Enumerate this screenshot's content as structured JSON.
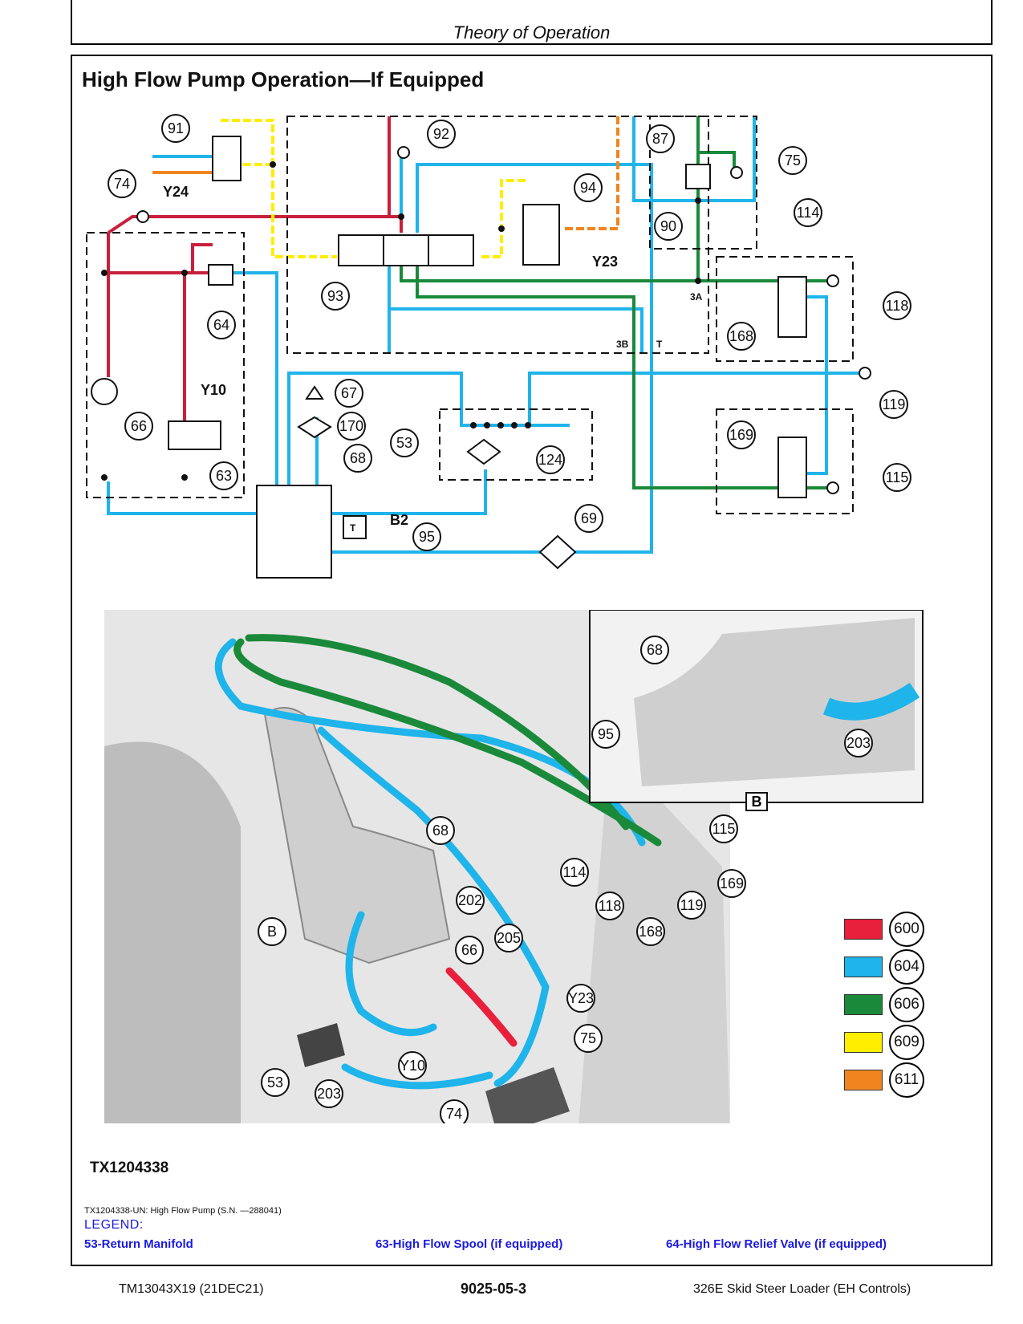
{
  "header": {
    "title": "Theory of Operation"
  },
  "section": {
    "title": "High Flow Pump Operation—If Equipped"
  },
  "schematic": {
    "callouts": [
      "91",
      "92",
      "74",
      "94",
      "87",
      "75",
      "90",
      "114",
      "93",
      "64",
      "118",
      "168",
      "66",
      "63",
      "67",
      "170",
      "53",
      "124",
      "68",
      "169",
      "115",
      "119",
      "69",
      "95"
    ],
    "text_labels": [
      "Y24",
      "Y23",
      "Y10",
      "B2",
      "3A",
      "3B",
      "T",
      "T"
    ]
  },
  "photo": {
    "callouts": [
      "68",
      "95",
      "203",
      "68",
      "115",
      "114",
      "169",
      "118",
      "119",
      "168",
      "202",
      "205",
      "66",
      "Y23",
      "75",
      "53",
      "203",
      "Y10",
      "74",
      "B"
    ],
    "inset_label": "B"
  },
  "color_legend": [
    {
      "code": "600",
      "color": "#e8203c"
    },
    {
      "code": "604",
      "color": "#1fb4ea"
    },
    {
      "code": "606",
      "color": "#1a8a3a"
    },
    {
      "code": "609",
      "color": "#ffee00"
    },
    {
      "code": "611",
      "color": "#f08520"
    }
  ],
  "figure_id": "TX1204338",
  "caption": "TX1204338-UN: High Flow Pump (S.N. —288041)",
  "legend": {
    "title": "LEGEND:",
    "items": [
      "53-Return Manifold",
      "63-High Flow Spool (if equipped)",
      "64-High Flow Relief Valve (if equipped)"
    ]
  },
  "footer": {
    "left": "TM13043X19 (21DEC21)",
    "center": "9025-05-3",
    "right": "326E Skid Steer Loader (EH Controls)"
  }
}
